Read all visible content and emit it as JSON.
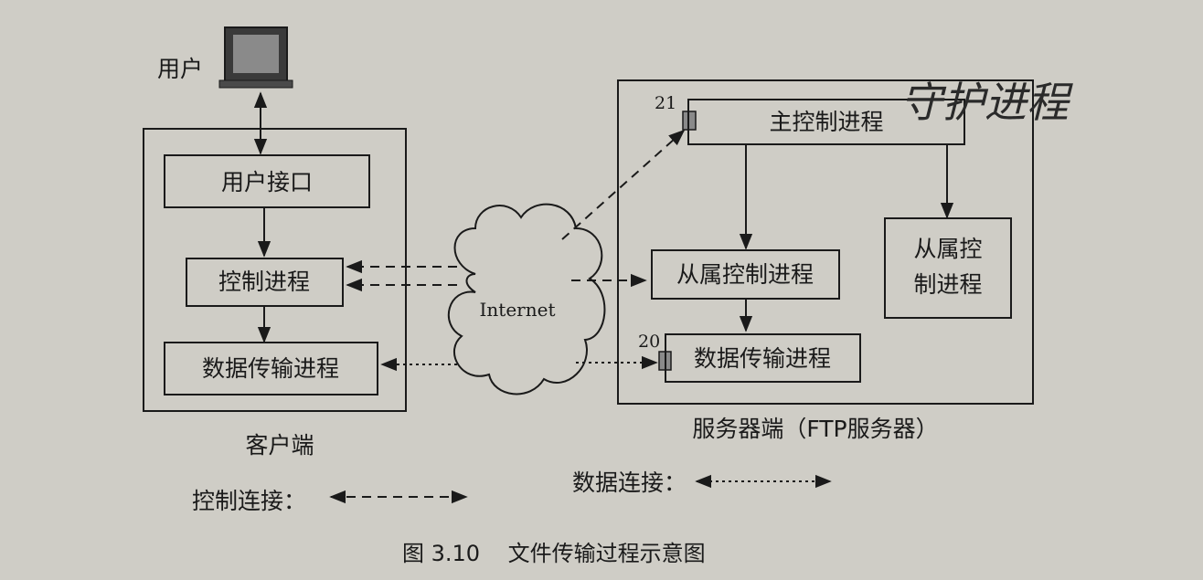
{
  "user_label": "用户",
  "client": {
    "user_interface": "用户接口",
    "control_process": "控制进程",
    "data_process": "数据传输进程",
    "caption": "客户端"
  },
  "server": {
    "port_control": "21",
    "port_data": "20",
    "main_control": "主控制进程",
    "slave_control": "从属控制进程",
    "slave_control_right_line1": "从属控",
    "slave_control_right_line2": "制进程",
    "data_process": "数据传输进程",
    "caption": "服务器端（FTP服务器）",
    "handwriting": "守护进程"
  },
  "cloud_label": "Internet",
  "legend": {
    "control_label": "控制连接：",
    "data_label": "数据连接："
  },
  "figure_caption": "图 3.10    文件传输过程示意图"
}
